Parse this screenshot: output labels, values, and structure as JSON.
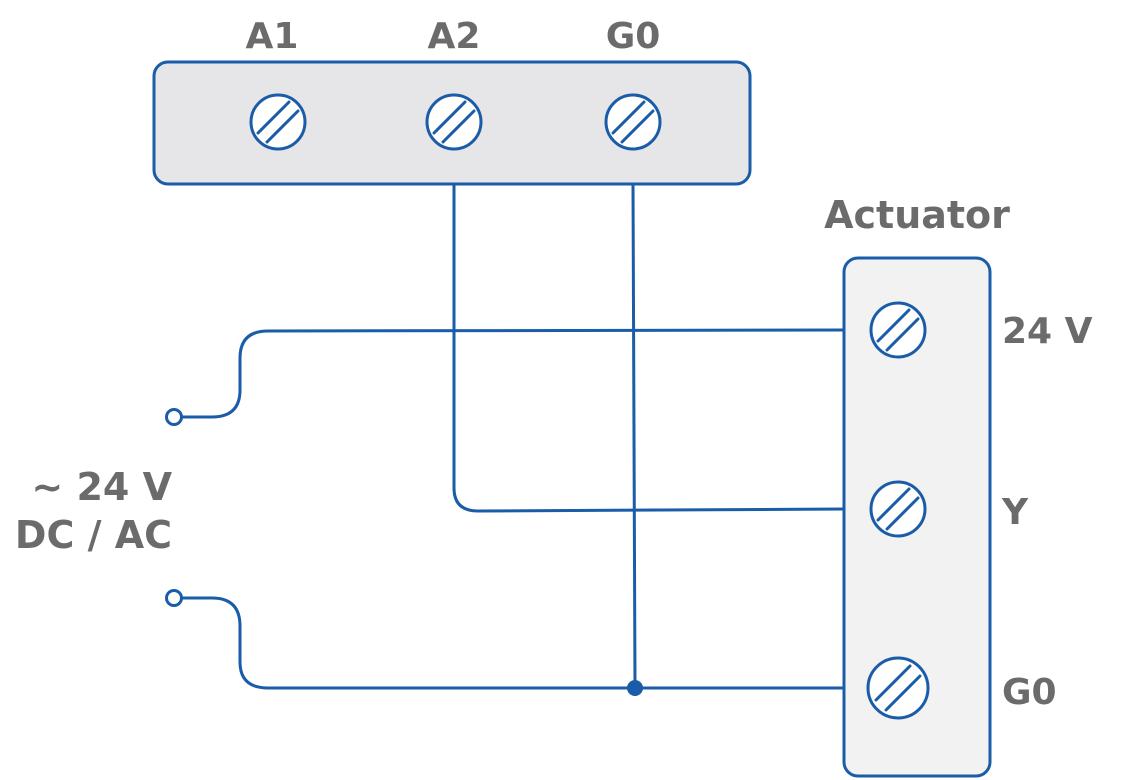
{
  "controller": {
    "terminals": [
      "A1",
      "A2",
      "G0"
    ],
    "fill_color": "#e6e6e8"
  },
  "actuator": {
    "title": "Actuator",
    "terminals": [
      "24 V",
      "Y",
      "G0"
    ],
    "fill_color": "#f2f2f3"
  },
  "supply": {
    "line1": "~ 24 V",
    "line2": "DC / AC"
  },
  "colors": {
    "wire": "#1a5ca8",
    "label": "#6b6b6b"
  }
}
